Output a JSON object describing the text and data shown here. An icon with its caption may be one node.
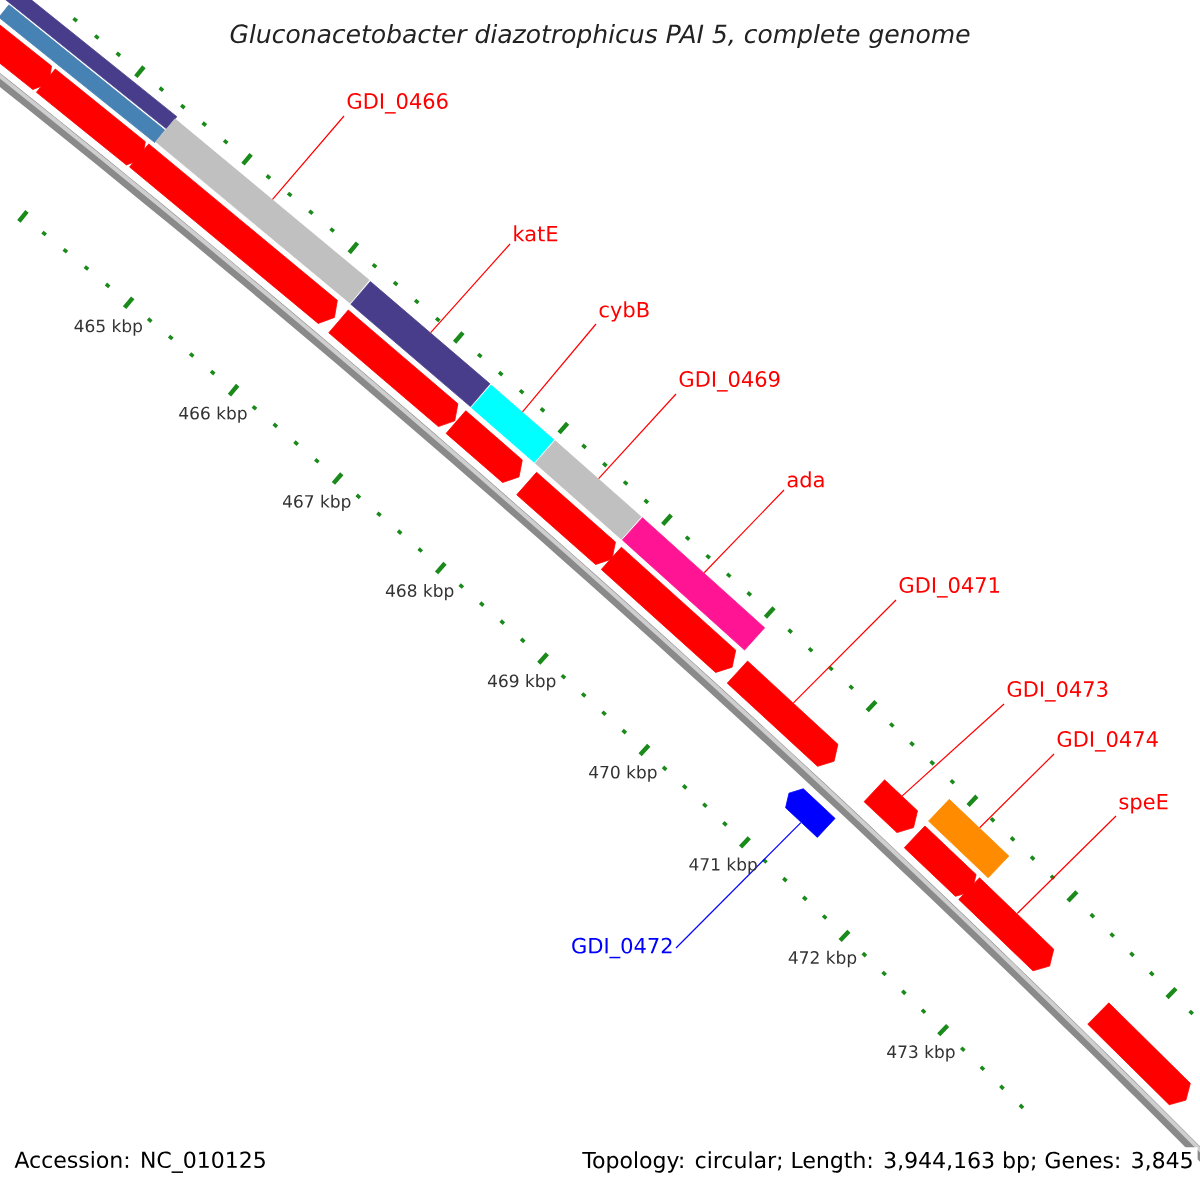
{
  "diagram": {
    "title": "Gluconacetobacter diazotrophicus PAI 5, complete genome",
    "nodes": [
      {
        "text": [
          "GDI_0466"
        ]
      },
      {
        "text": [
          "katE"
        ]
      },
      {
        "text": [
          "cybB"
        ]
      },
      {
        "text": [
          "GDI_0469"
        ]
      },
      {
        "text": [
          "ada"
        ]
      },
      {
        "text": [
          "GDI_0471"
        ]
      },
      {
        "text": [
          "GDI_0473"
        ]
      },
      {
        "text": [
          "GDI_0474"
        ]
      },
      {
        "text": [
          "speE"
        ]
      },
      {
        "text": [
          "GDI_0472"
        ]
      },
      {
        "text": [],
        "shape": "bar"
      },
      {
        "text": [],
        "shape": "bar"
      },
      {
        "text": [],
        "shape": "pentagon"
      },
      {
        "text": [],
        "shape": "pentagon"
      },
      {
        "text": [],
        "shape": "bar"
      },
      {
        "text": [],
        "shape": "pentagon"
      },
      {
        "text": [],
        "shape": "bar"
      },
      {
        "text": [],
        "shape": "pentagon"
      },
      {
        "text": [],
        "shape": "bar"
      },
      {
        "text": [],
        "shape": "pentagon"
      },
      {
        "text": [],
        "shape": "bar"
      },
      {
        "text": [],
        "shape": "pentagon"
      },
      {
        "text": [],
        "shape": "bar"
      },
      {
        "text": [],
        "shape": "pentagon"
      },
      {
        "text": [],
        "shape": "pentagon"
      },
      {
        "text": [],
        "shape": "pentagon"
      },
      {
        "text": [],
        "shape": "pentagon"
      },
      {
        "text": [],
        "shape": "bar"
      },
      {
        "text": [],
        "shape": "pentagon"
      },
      {
        "text": [],
        "shape": "pentagon"
      },
      {
        "text": [],
        "shape": "pentagon"
      }
    ],
    "edges": [
      {
        "from": 0,
        "to": 14,
        "arrow": "none"
      },
      {
        "from": 1,
        "to": 16,
        "arrow": "none"
      },
      {
        "from": 2,
        "to": 18,
        "arrow": "none"
      },
      {
        "from": 3,
        "to": 20,
        "arrow": "none"
      },
      {
        "from": 4,
        "to": 22,
        "arrow": "none"
      },
      {
        "from": 5,
        "to": 24,
        "arrow": "none"
      },
      {
        "from": 6,
        "to": 26,
        "arrow": "none"
      },
      {
        "from": 7,
        "to": 27,
        "arrow": "none"
      },
      {
        "from": 8,
        "to": 29,
        "arrow": "none"
      },
      {
        "from": 9,
        "to": 25,
        "arrow": "none",
        "color": "#0000ff"
      }
    ],
    "labels": [
      "465 kbp",
      "466 kbp",
      "467 kbp",
      "468 kbp",
      "469 kbp",
      "470 kbp",
      "471 kbp",
      "472 kbp",
      "473 kbp",
      "Accession: NC_010125",
      "Topology: circular; Length: 3,944,163 bp; Genes: 3,845"
    ]
  }
}
